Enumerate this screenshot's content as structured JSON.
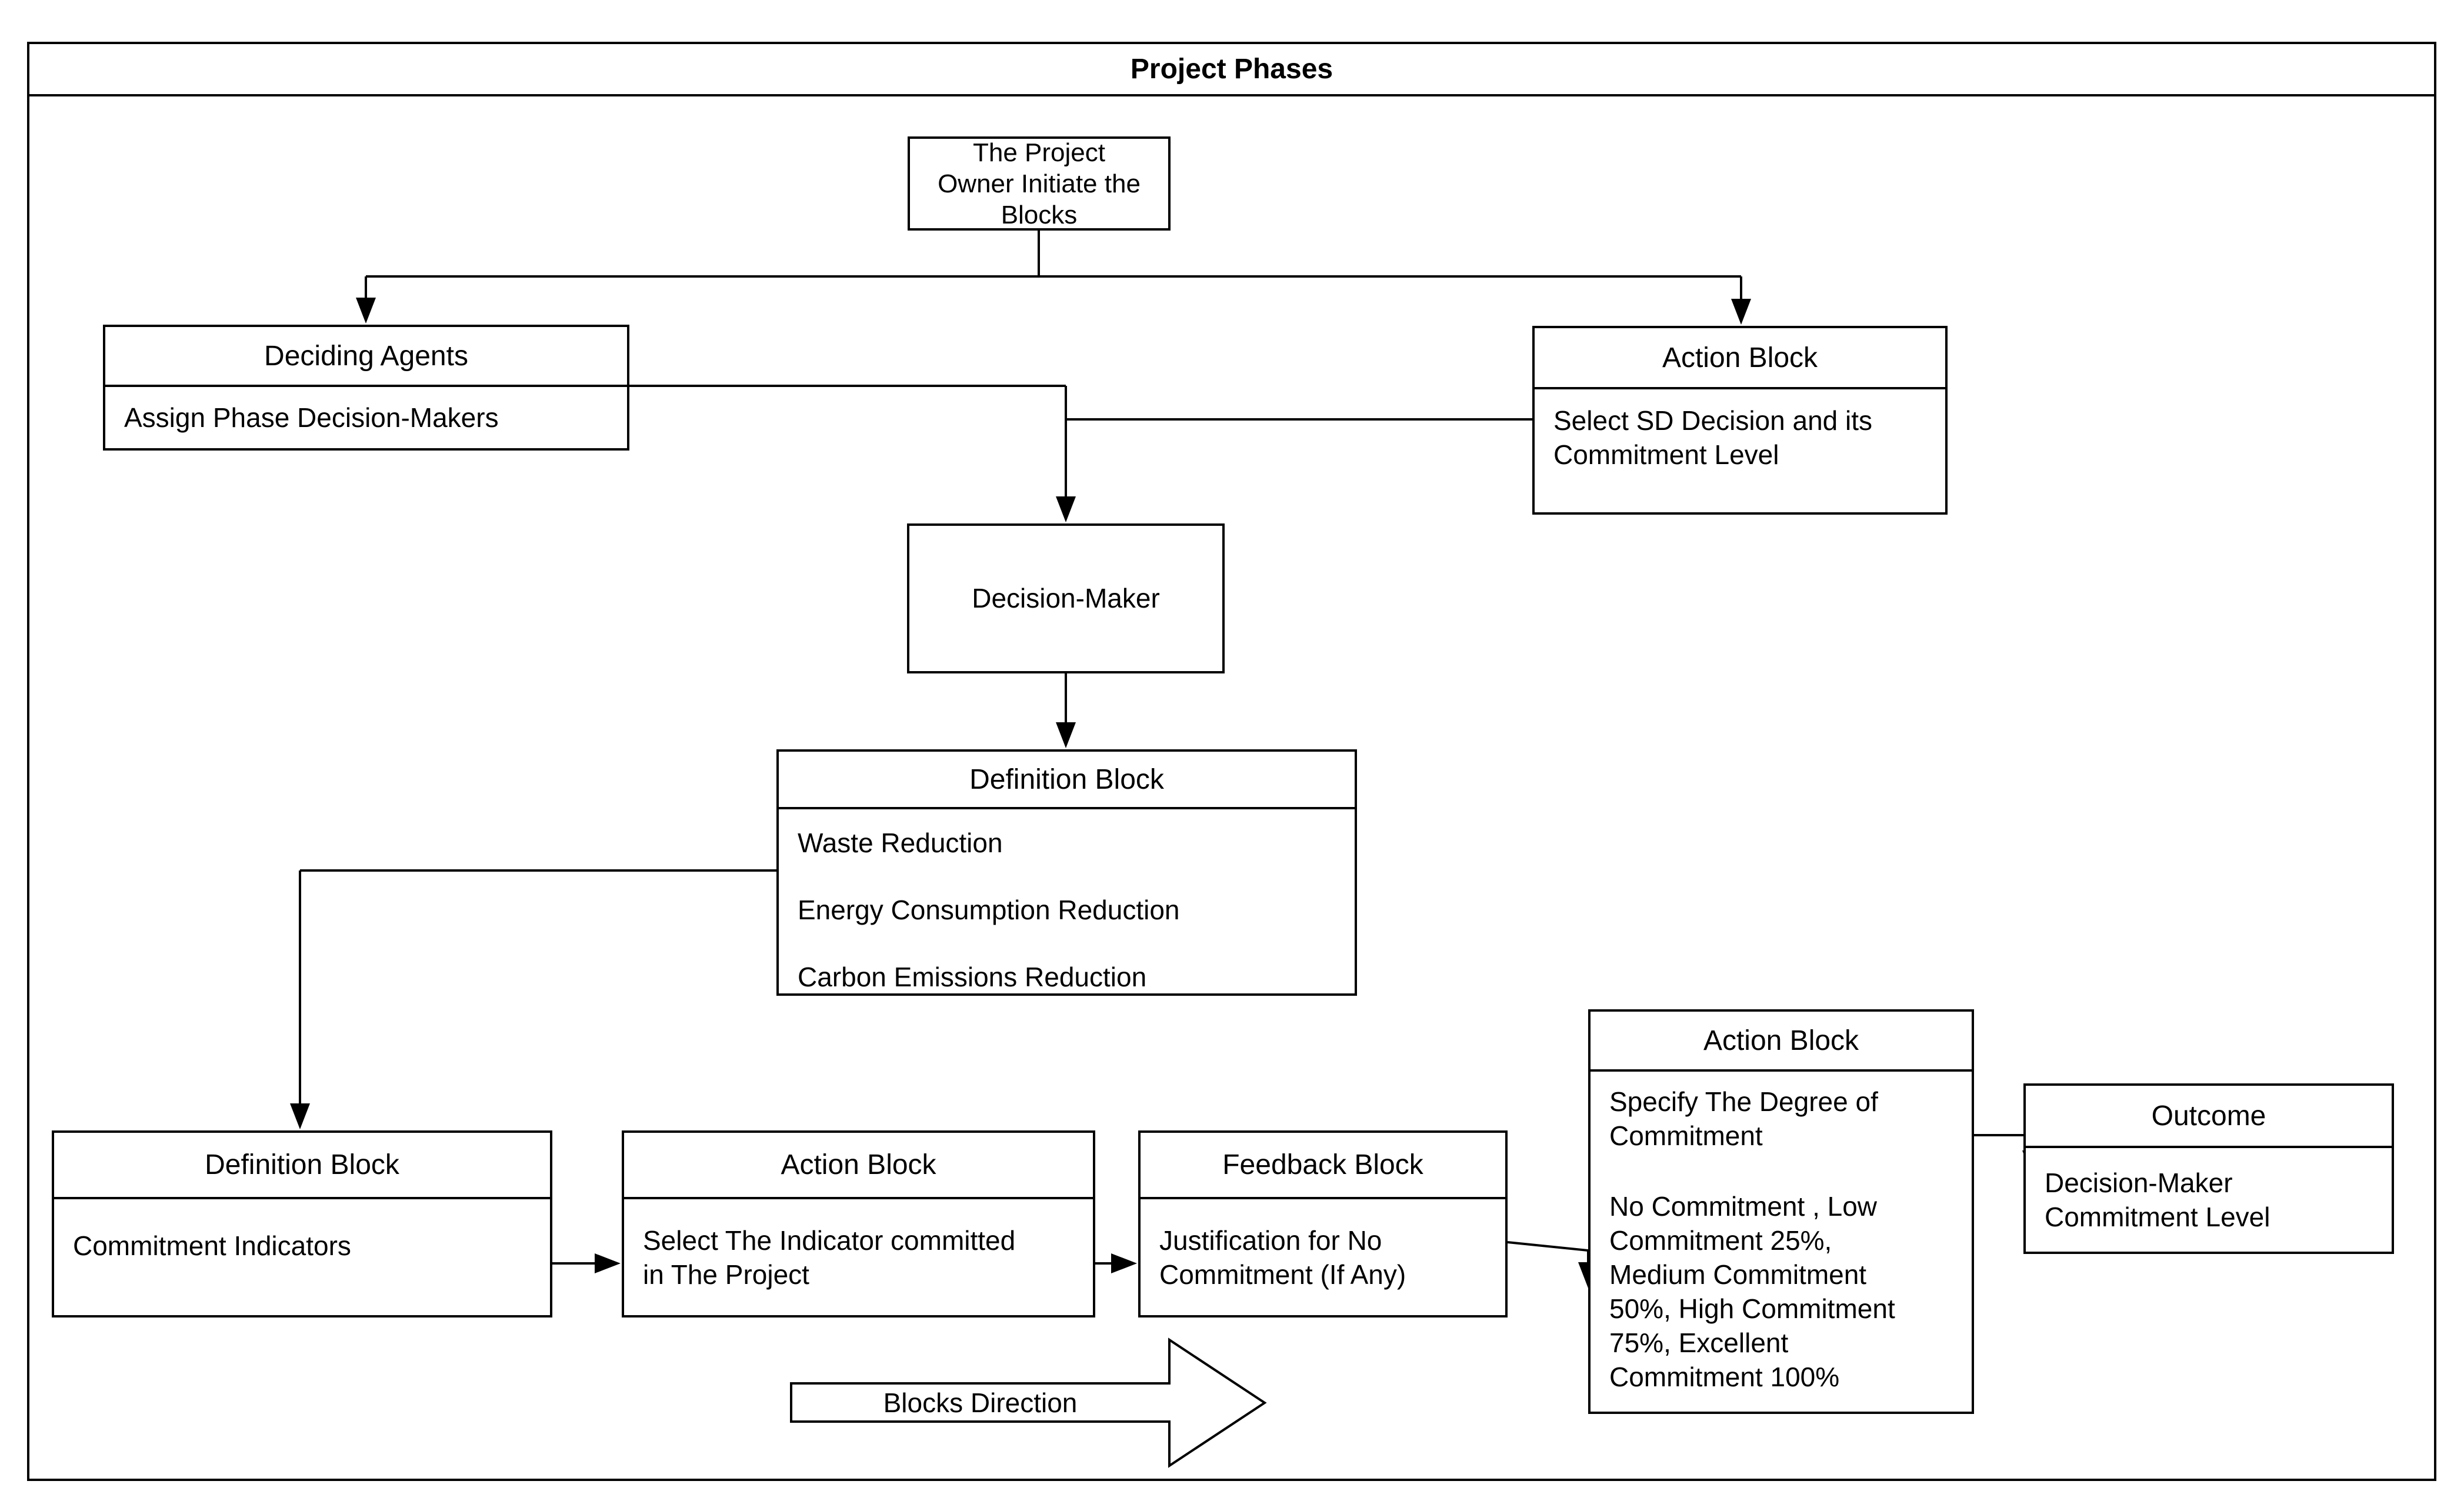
{
  "diagram_title": "Project Phases",
  "legend": {
    "blocks_direction_label": "Blocks Direction"
  },
  "colors": {
    "line": "#000000",
    "background": "#ffffff",
    "box_fill": "#ffffff",
    "text": "#000000"
  },
  "nodes": {
    "project_owner": {
      "text": "The Project\nOwner Initiate the\nBlocks"
    },
    "deciding_agents": {
      "title": "Deciding Agents",
      "body": "Assign Phase Decision-Makers"
    },
    "action_select_sd": {
      "title": "Action Block",
      "body": "Select SD Decision and its\nCommitment Level"
    },
    "decision_maker": {
      "text": "Decision-Maker"
    },
    "definition_main": {
      "title": "Definition Block",
      "items": [
        "Waste Reduction",
        "Energy Consumption Reduction",
        "Carbon Emissions Reduction"
      ]
    },
    "definition_commitment": {
      "title": "Definition Block",
      "body": "Commitment Indicators"
    },
    "action_select_indicator": {
      "title": "Action Block",
      "body": "Select The Indicator committed\nin The Project"
    },
    "feedback": {
      "title": "Feedback Block",
      "body": "Justification for No\nCommitment (If Any)"
    },
    "action_specify_degree": {
      "title": "Action Block",
      "body_intro": "Specify The Degree of\nCommitment",
      "body_options": "No Commitment , Low\nCommitment 25%,\nMedium Commitment\n50%, High Commitment\n75%, Excellent\nCommitment 100%"
    },
    "outcome": {
      "title": "Outcome",
      "body": "Decision-Maker\nCommitment Level"
    }
  }
}
